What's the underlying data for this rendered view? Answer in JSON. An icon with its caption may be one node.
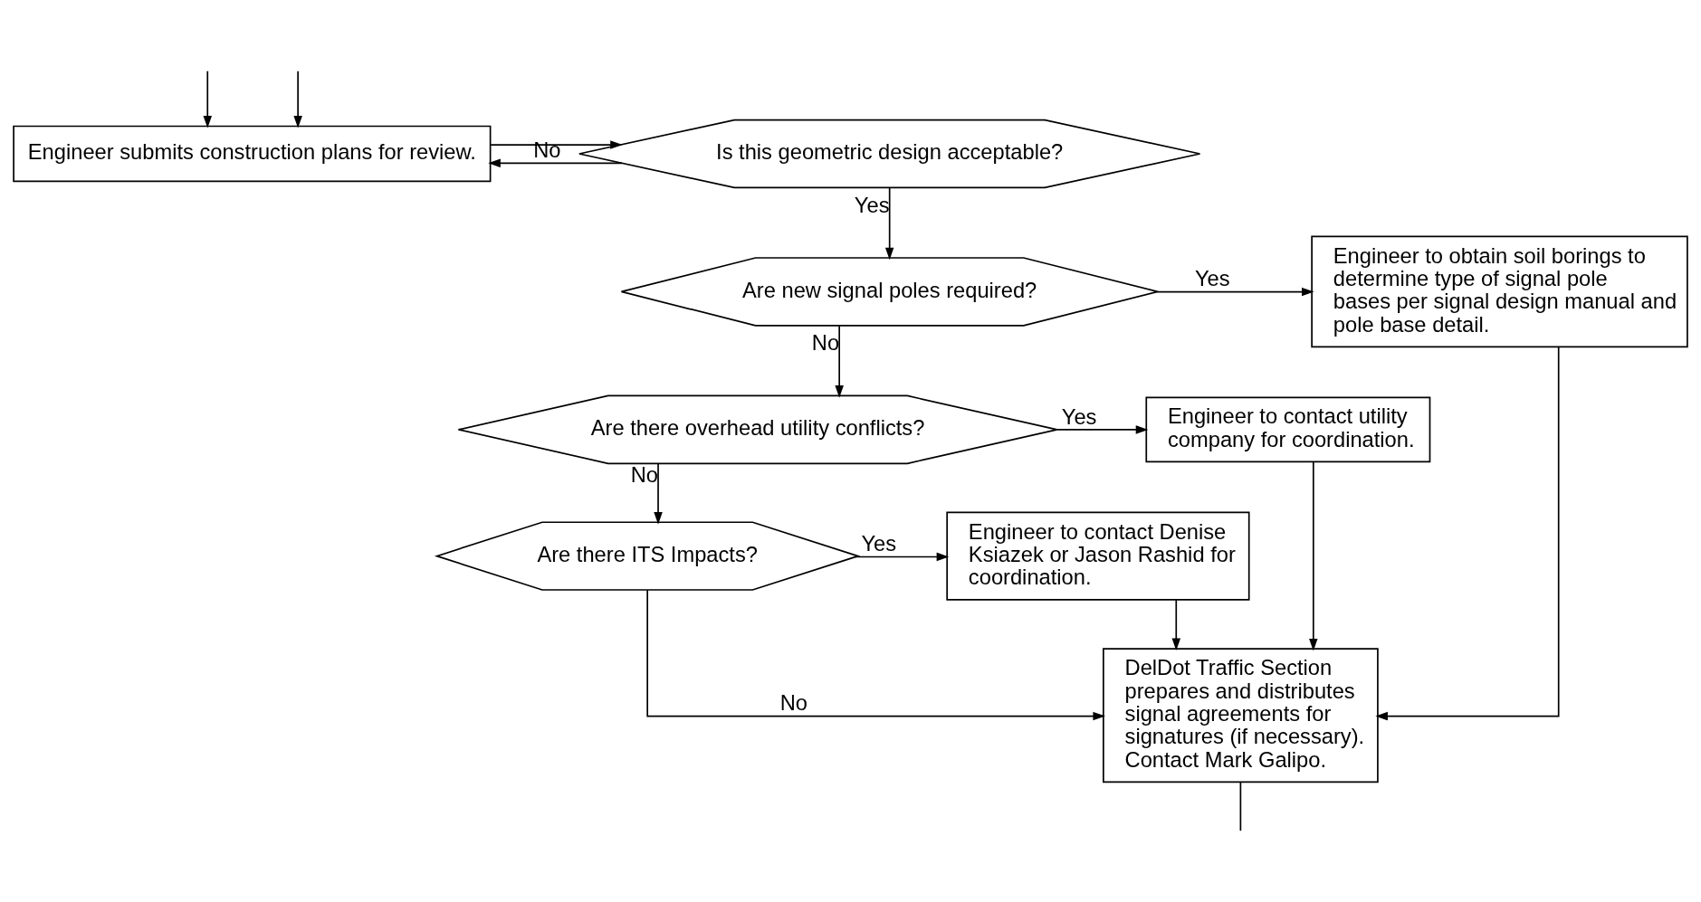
{
  "diagram": {
    "nodes": [
      {
        "text": [
          "Engineer submits construction plans for review."
        ]
      },
      {
        "text": [
          "Is this geometric design acceptable?"
        ]
      },
      {
        "text": [
          "Are new signal poles required?"
        ]
      },
      {
        "text": [
          "Engineer to obtain soil borings to determine type of signal pole bases per signal design manual and pole base detail."
        ]
      },
      {
        "text": [
          "Are there overhead utility conflicts?"
        ]
      },
      {
        "text": [
          "Engineer to contact utility company for coordination."
        ]
      },
      {
        "text": [
          "Are there ITS Impacts?"
        ]
      },
      {
        "text": [
          "Engineer to contact Denise Ksiazek or Jason Rashid for coordination."
        ]
      },
      {
        "text": [
          "DelDot Traffic Section prepares and distributes signal agreements for signatures (if necessary).  Contact Mark Galipo."
        ]
      }
    ],
    "edges": [
      {
        "from": null,
        "to": 0,
        "arrow": "to"
      },
      {
        "from": null,
        "to": 0,
        "arrow": "to"
      },
      {
        "from": 0,
        "to": 1,
        "arrow": "to"
      },
      {
        "from": 1,
        "to": 0,
        "arrow": "to",
        "label": "No"
      },
      {
        "from": 1,
        "to": 2,
        "arrow": "to",
        "label": "Yes"
      },
      {
        "from": 2,
        "to": 3,
        "arrow": "to",
        "label": "Yes"
      },
      {
        "from": 2,
        "to": 4,
        "arrow": "to",
        "label": "No"
      },
      {
        "from": 4,
        "to": 5,
        "arrow": "to",
        "label": "Yes"
      },
      {
        "from": 4,
        "to": 6,
        "arrow": "to",
        "label": "No"
      },
      {
        "from": 6,
        "to": 7,
        "arrow": "to",
        "label": "Yes"
      },
      {
        "from": 6,
        "to": 8,
        "arrow": "to",
        "label": "No"
      },
      {
        "from": 3,
        "to": 8,
        "arrow": "to"
      },
      {
        "from": 5,
        "to": 8,
        "arrow": "to"
      },
      {
        "from": 7,
        "to": 8,
        "arrow": "to"
      },
      {
        "from": 8,
        "to": null,
        "arrow": "none"
      }
    ]
  }
}
